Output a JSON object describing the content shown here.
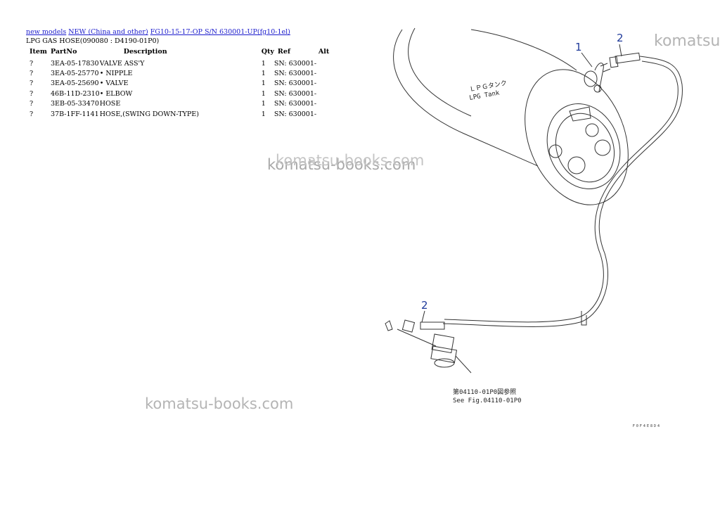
{
  "breadcrumb": {
    "link1": "new models",
    "link2": "NEW (China and other)",
    "link3": "FG10-15-17-OP S/N 630001-UP(fg10-1el)"
  },
  "subtitle": "LPG GAS HOSE(090080 : D4190-01P0)",
  "table": {
    "headers": {
      "item": "Item",
      "partno": "PartNo",
      "description": "Description",
      "qty": "Qty",
      "ref": "Ref",
      "alt": "Alt"
    },
    "rows": [
      {
        "item": "?",
        "partno": "3EA-05-17830",
        "description": "VALVE ASS'Y",
        "qty": "1",
        "ref": "SN: 630001-"
      },
      {
        "item": "?",
        "partno": "3EA-05-25770",
        "description": "• NIPPLE",
        "qty": "1",
        "ref": "SN: 630001-"
      },
      {
        "item": "?",
        "partno": "3EA-05-25690",
        "description": "• VALVE",
        "qty": "1",
        "ref": "SN: 630001-"
      },
      {
        "item": "?",
        "partno": "46B-11D-2310",
        "description": "• ELBOW",
        "qty": "1",
        "ref": "SN: 630001-"
      },
      {
        "item": "?",
        "partno": "3EB-05-33470",
        "description": "HOSE",
        "qty": "1",
        "ref": "SN: 630001-"
      },
      {
        "item": "?",
        "partno": "37B-1FF-1141",
        "description": "HOSE,(SWING DOWN-TYPE)",
        "qty": "1",
        "ref": "SN: 630001-"
      }
    ]
  },
  "watermarks": {
    "top_right": "komatsu",
    "center": "komatsu-books.com",
    "bottom": "komatsu-books.com"
  },
  "diagram": {
    "callout_1": "1",
    "callout_2a": "2",
    "callout_2b": "2",
    "tank_label_jp": "ＬＰＧタンク",
    "tank_label_en": "LPG Tank",
    "ref_note_jp": "第04110-01P0図参照",
    "ref_note_en": "See Fig.04110-01P0",
    "drawing_code": "F0F4E8D4"
  }
}
